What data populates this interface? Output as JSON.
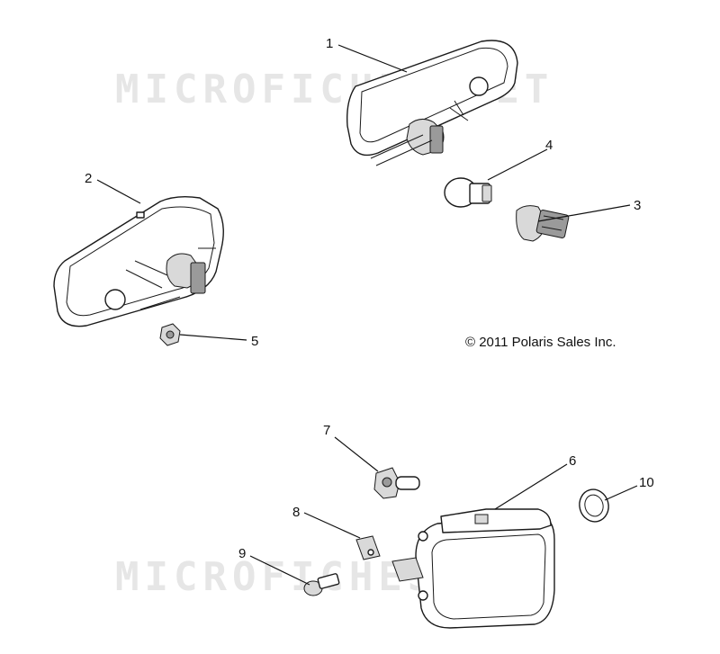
{
  "watermark": {
    "top": "MICROFICHES.NET",
    "bottom": "MICROFICHES.NET"
  },
  "copyright": "© 2011 Polaris Sales Inc.",
  "callouts": [
    {
      "id": "1",
      "label": "1"
    },
    {
      "id": "2",
      "label": "2"
    },
    {
      "id": "3",
      "label": "3"
    },
    {
      "id": "4",
      "label": "4"
    },
    {
      "id": "5",
      "label": "5"
    },
    {
      "id": "6",
      "label": "6"
    },
    {
      "id": "7",
      "label": "7"
    },
    {
      "id": "8",
      "label": "8"
    },
    {
      "id": "9",
      "label": "9"
    },
    {
      "id": "10",
      "label": "10"
    }
  ]
}
